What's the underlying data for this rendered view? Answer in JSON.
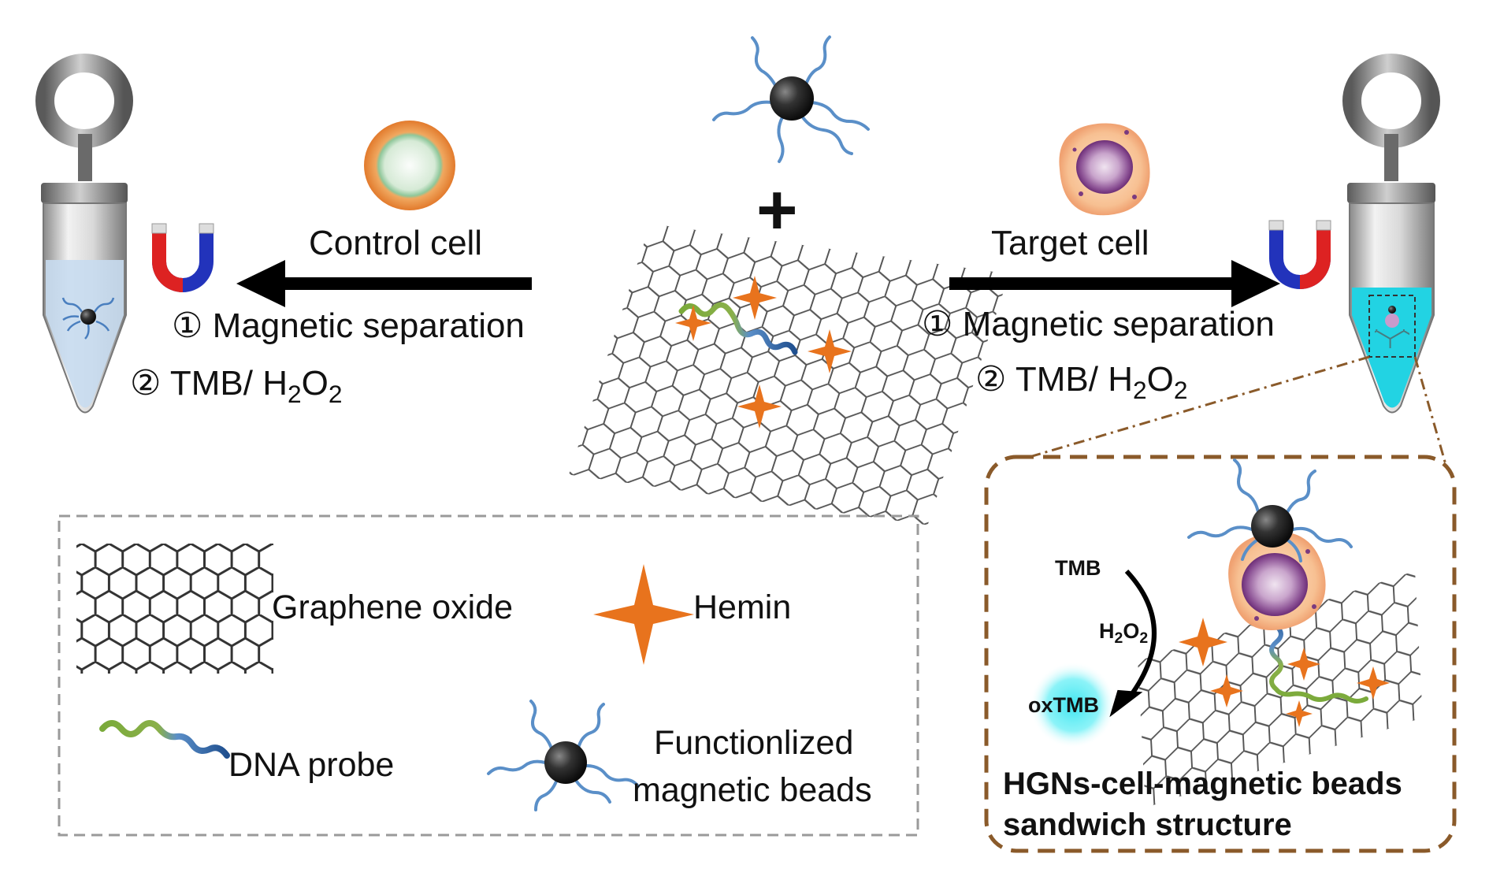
{
  "left": {
    "arrow_label": "Control cell",
    "step1": "① Magnetic separation",
    "step2_prefix": "② TMB/ H",
    "step2_sub1": "2",
    "step2_mid": "O",
    "step2_sub2": "2"
  },
  "center": {
    "plus": "+"
  },
  "right": {
    "arrow_label": "Target cell",
    "step1": "①  Magnetic separation",
    "step2_prefix": "② TMB/ H",
    "step2_sub1": "2",
    "step2_mid": "O",
    "step2_sub2": "2"
  },
  "legend": {
    "graphene": "Graphene oxide",
    "hemin": "Hemin",
    "dna": "DNA probe",
    "beads_line1": "Functionlized",
    "beads_line2": "magnetic beads"
  },
  "inset": {
    "tmb": "TMB",
    "h2o2_prefix": "H",
    "h2o2_sub1": "2",
    "h2o2_mid": "O",
    "h2o2_sub2": "2",
    "oxtmb": "oxTMB",
    "caption_line1": "HGNs-cell-magnetic beads",
    "caption_line2": "sandwich structure"
  },
  "colors": {
    "hemin_orange": "#e8731d",
    "dna_green": "#7aaa3a",
    "dna_blue": "#2a5a9a",
    "bead_dark": "#222222",
    "tube_fill_target": "#22d3e3",
    "tube_fill_control": "#c8dcef",
    "inset_border": "#8a5a2a",
    "legend_border": "#999999",
    "oxtmb_glow": "#3ee6f0"
  }
}
